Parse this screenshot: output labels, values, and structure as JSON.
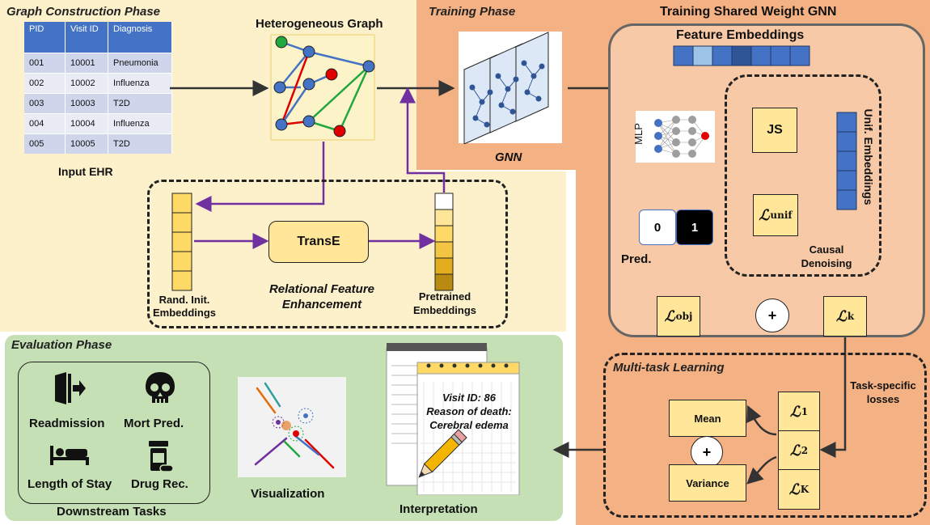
{
  "phases": {
    "graph_construction": "Graph Construction Phase",
    "training": "Training Phase",
    "evaluation": "Evaluation Phase",
    "gnn_title": "Training Shared Weight GNN",
    "multitask": "Multi-task Learning"
  },
  "ehr_table": {
    "headers": [
      "PID",
      "Visit ID",
      "Diagnosis"
    ],
    "rows": [
      [
        "001",
        "10001",
        "Pneumonia"
      ],
      [
        "002",
        "10002",
        "Influenza"
      ],
      [
        "003",
        "10003",
        "T2D"
      ],
      [
        "004",
        "10004",
        "Influenza"
      ],
      [
        "005",
        "10005",
        "T2D"
      ]
    ],
    "caption": "Input EHR"
  },
  "labels": {
    "hetero_graph": "Heterogeneous Graph",
    "rand_init": "Rand. Init.",
    "rand_init2": "Embeddings",
    "transe": "TransE",
    "relational1": "Relational Feature",
    "relational2": "Enhancement",
    "pretrained1": "Pretrained",
    "pretrained2": "Embeddings",
    "gnn": "GNN",
    "feature_embeddings": "Feature Embeddings",
    "mlp": "MLP",
    "js": "JS",
    "unif_embeddings": "Unif. Embeddings",
    "pred_0": "0",
    "pred_1": "1",
    "pred": "Pred.",
    "causal1": "Causal",
    "causal2": "Denoising",
    "plus": "+",
    "task_specific1": "Task-specific",
    "task_specific2": "losses",
    "mean": "Mean",
    "variance": "Variance",
    "readmission": "Readmission",
    "mort_pred": "Mort Pred.",
    "length_of_stay": "Length of Stay",
    "drug_rec": "Drug Rec.",
    "downstream": "Downstream Tasks",
    "visualization": "Visualization",
    "interpretation": "Interpretation",
    "note_visit": "Visit ID: 86",
    "note_reason": "Reason of death:",
    "note_disease": "Cerebral edema"
  },
  "losses": {
    "unif": {
      "sym": "ℒ",
      "sub": "unif"
    },
    "obj": {
      "sym": "ℒ",
      "sub": "obj"
    },
    "k": {
      "sym": "ℒ",
      "sub": "k"
    },
    "l1": {
      "sym": "ℒ",
      "sub": "1"
    },
    "l2": {
      "sym": "ℒ",
      "sub": "2"
    },
    "lK": {
      "sym": "ℒ",
      "sub": "K"
    }
  },
  "colors": {
    "graph_phase_bg": "#fdf1cc",
    "training_bg": "#f4b183",
    "eval_bg": "#c5e0b4",
    "accent_blue": "#4472c4",
    "purple_arrow": "#7030a0",
    "loss_fill": "#ffe699"
  },
  "icons": [
    "exit-door-icon",
    "skull-icon",
    "bed-icon",
    "pill-bottle-icon",
    "pencil-icon",
    "note-pad-icon"
  ]
}
